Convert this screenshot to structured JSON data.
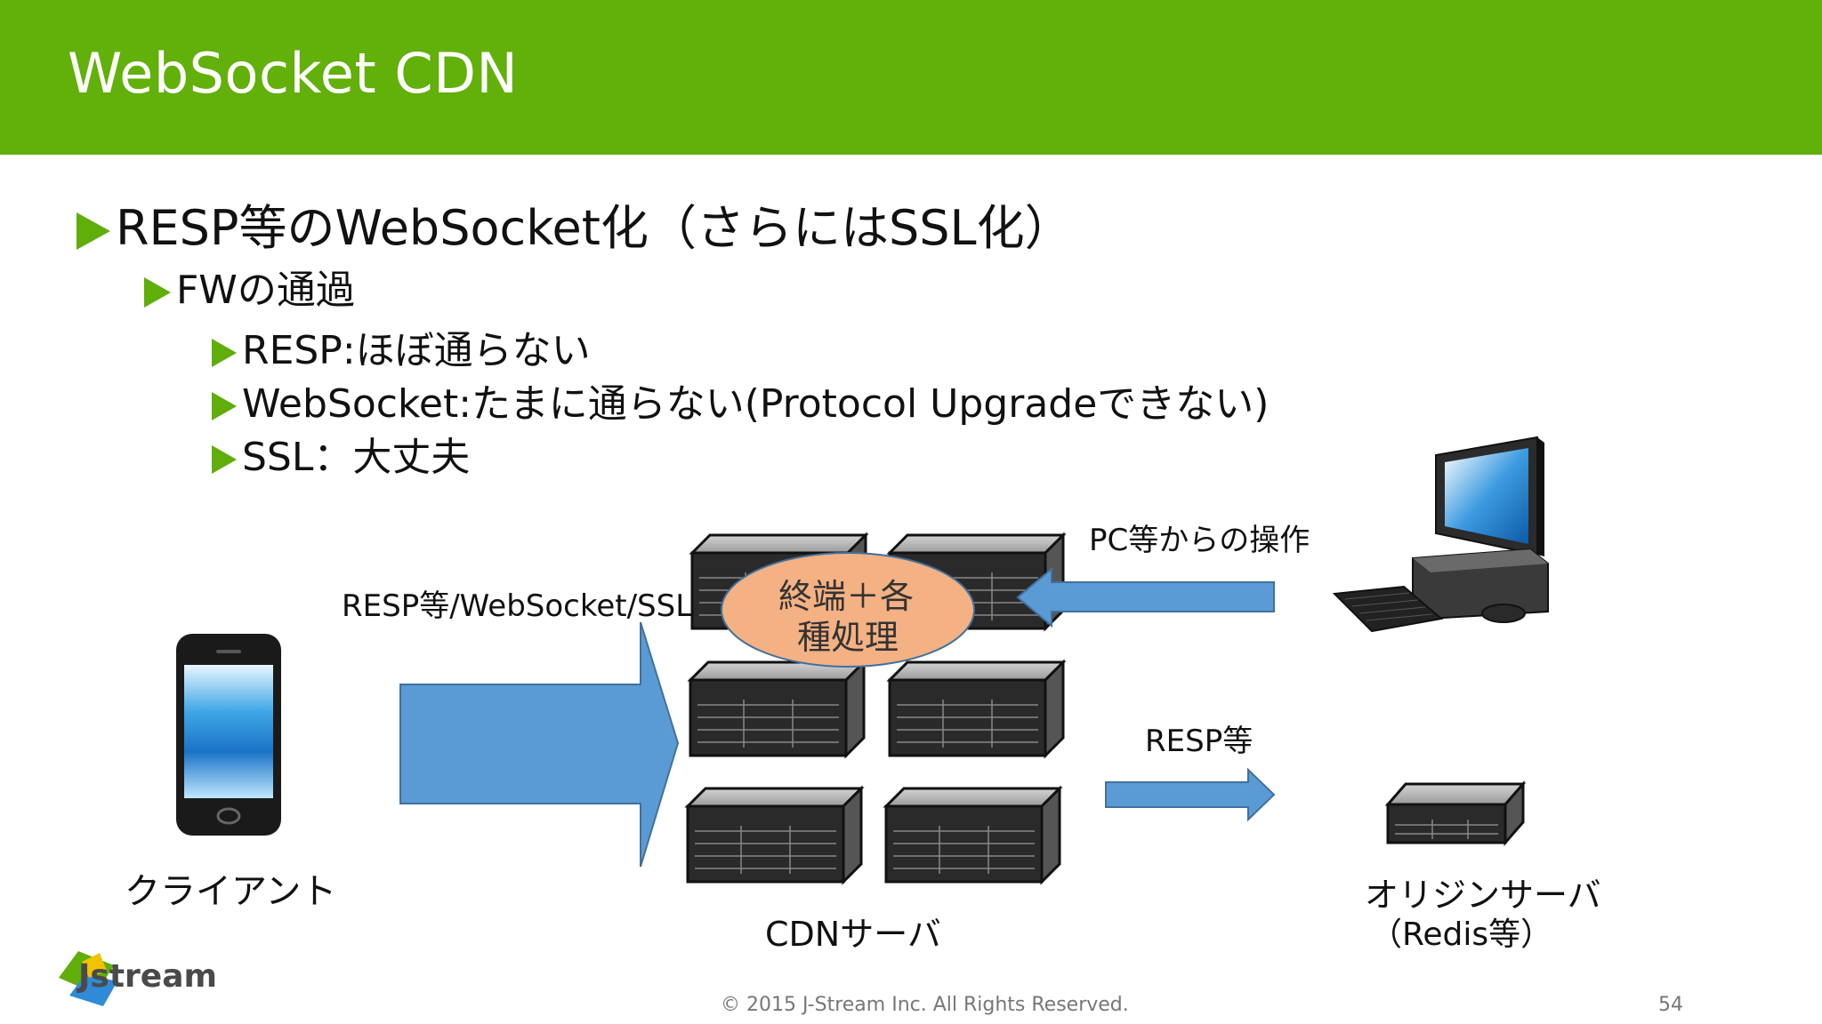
{
  "slide": {
    "title": "WebSocket CDN",
    "page_number": "54",
    "copyright": "© 2015 J-Stream Inc. All Rights Reserved.",
    "logo_text": "Jstream"
  },
  "bullets": [
    {
      "level": 1,
      "text": "RESP等のWebSocket化（さらにはSSL化）"
    },
    {
      "level": 2,
      "text": "FWの通過"
    },
    {
      "level": 3,
      "text": "RESP:ほぼ通らない"
    },
    {
      "level": 3,
      "text": "WebSocket:たまに通らない(Protocol Upgradeできない)"
    },
    {
      "level": 3,
      "text": "SSL：大丈夫"
    }
  ],
  "diagram": {
    "client_label": "クライアント",
    "client_arrow_label": "RESP等/WebSocket/SSL",
    "cdn_label": "CDNサーバ",
    "cdn_bubble_line1": "終端＋各",
    "cdn_bubble_line2": "種処理",
    "pc_arrow_label": "PC等からの操作",
    "origin_arrow_label": "RESP等",
    "origin_label_line1": "オリジンサーバ",
    "origin_label_line2": "（Redis等）"
  },
  "colors": {
    "header_green": "#62b00a",
    "bullet_green": "#5fae0a",
    "arrow_blue": "#5b9bd5",
    "bubble_orange": "#f4b183"
  }
}
